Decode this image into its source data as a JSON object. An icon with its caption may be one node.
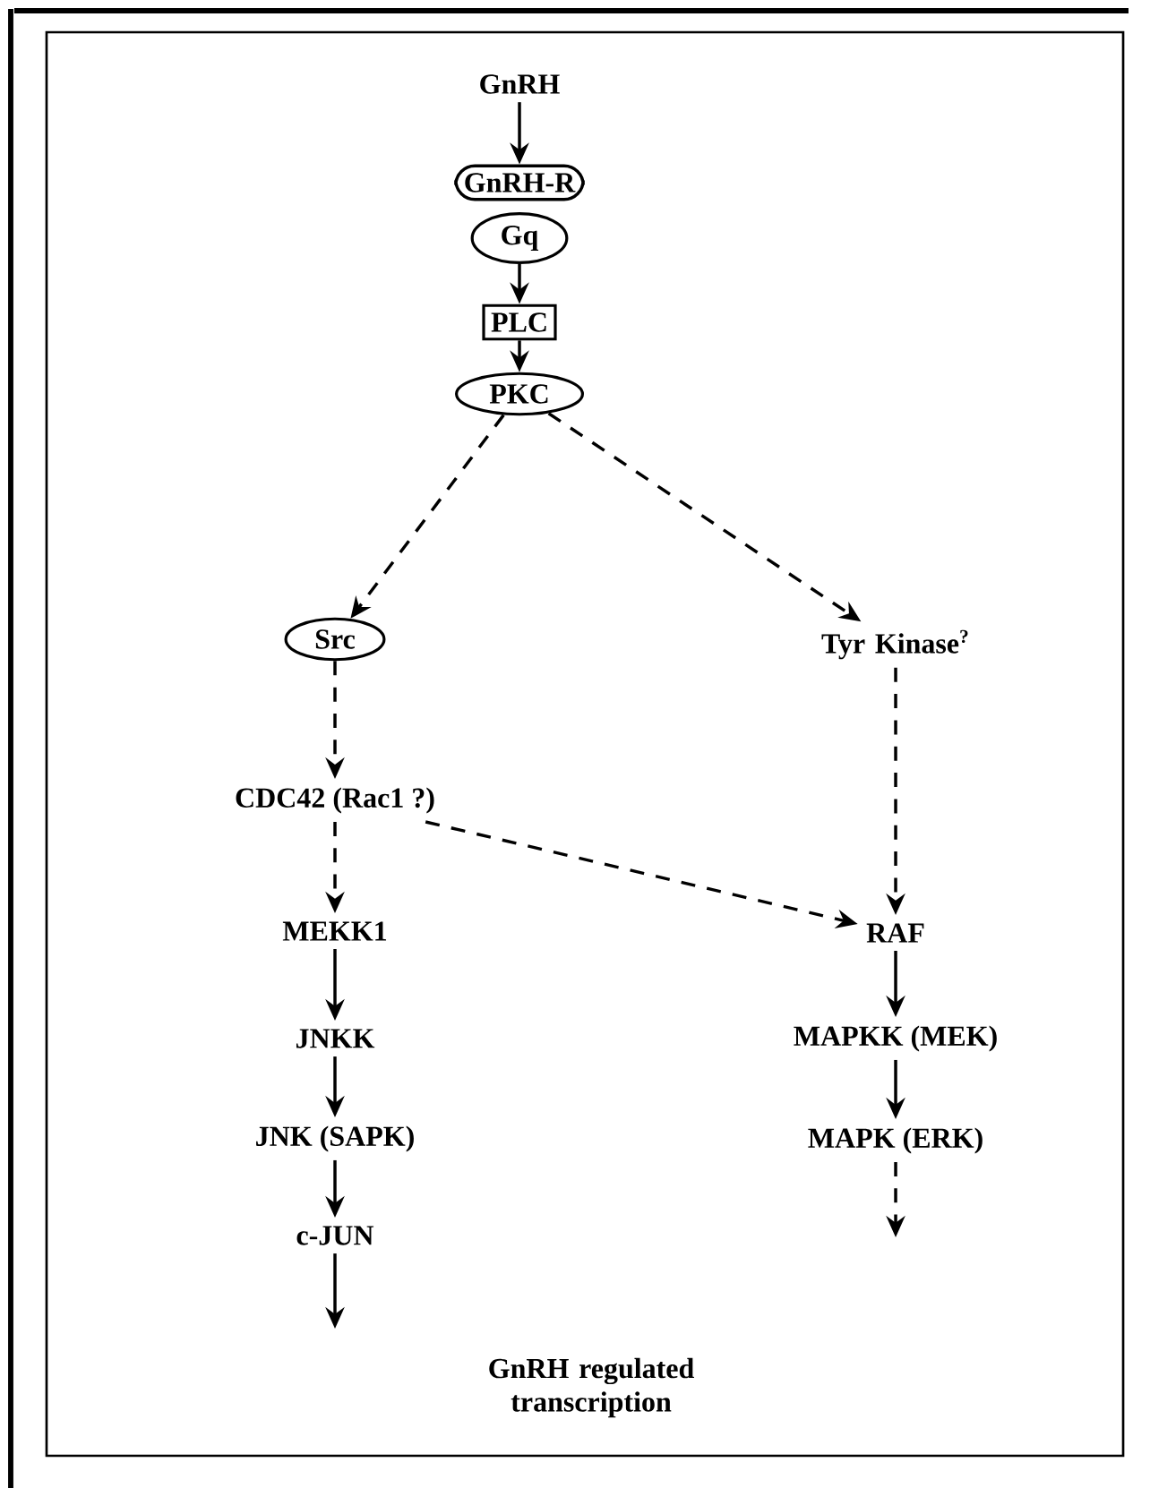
{
  "diagram": {
    "nodes": [
      {
        "text": [
          "GnRH"
        ]
      },
      {
        "text": [
          "GnRH-R"
        ]
      },
      {
        "text": [
          "Gq"
        ]
      },
      {
        "text": [
          "PLC"
        ]
      },
      {
        "text": [
          "PKC"
        ]
      },
      {
        "text": [
          "Src"
        ]
      },
      {
        "text": [
          "Tyr Kinase$^{?}$"
        ]
      },
      {
        "text": [
          "CDC42 (Rac1 ?)"
        ]
      },
      {
        "text": [
          "MEKK1"
        ]
      },
      {
        "text": [
          "JNKK"
        ]
      },
      {
        "text": [
          "JNK (SAPK)"
        ]
      },
      {
        "text": [
          "c-JUN"
        ]
      },
      {
        "text": [
          "RAF"
        ]
      },
      {
        "text": [
          "MAPKK (MEK)"
        ]
      },
      {
        "text": [
          "MAPK (ERK)"
        ]
      },
      {
        "text": [
          "GnRH regulated transcription"
        ]
      }
    ],
    "edges": [
      {
        "from": 0,
        "to": 1,
        "arrow": "to"
      },
      {
        "from": 2,
        "to": 3,
        "arrow": "to"
      },
      {
        "from": 3,
        "to": 4,
        "arrow": "to"
      },
      {
        "from": 4,
        "to": 5,
        "arrow": "to",
        "style": "dashed"
      },
      {
        "from": 4,
        "to": 6,
        "arrow": "to",
        "style": "dashed"
      },
      {
        "from": 5,
        "to": 7,
        "arrow": "to",
        "style": "dashed"
      },
      {
        "from": 7,
        "to": 8,
        "arrow": "to",
        "style": "dashed"
      },
      {
        "from": 8,
        "to": 9,
        "arrow": "to"
      },
      {
        "from": 9,
        "to": 10,
        "arrow": "to"
      },
      {
        "from": 10,
        "to": 11,
        "arrow": "to"
      },
      {
        "from": 11,
        "to": null,
        "arrow": "to"
      },
      {
        "from": 7,
        "to": 12,
        "arrow": "to",
        "style": "dashed"
      },
      {
        "from": 6,
        "to": 12,
        "arrow": "to",
        "style": "dashed"
      },
      {
        "from": 12,
        "to": 13,
        "arrow": "to"
      },
      {
        "from": 13,
        "to": 14,
        "arrow": "to"
      },
      {
        "from": 14,
        "to": null,
        "arrow": "to",
        "style": "dashed"
      }
    ]
  }
}
